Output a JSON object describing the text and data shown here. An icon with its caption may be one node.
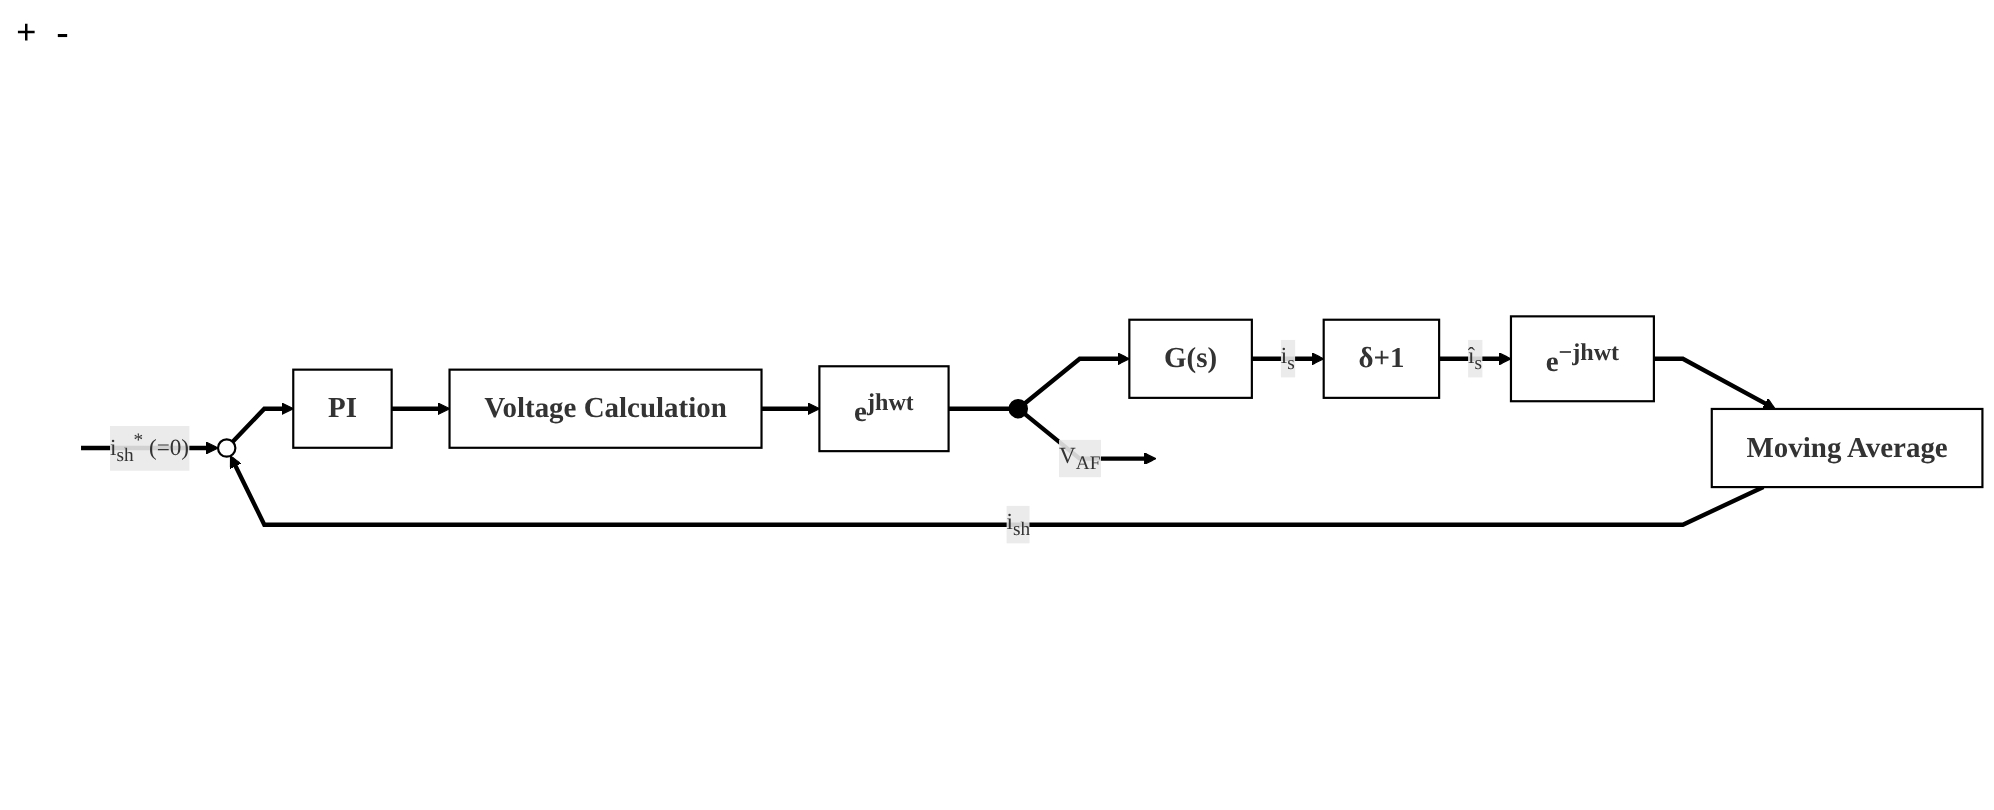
{
  "diagram": {
    "nodes": [
      {
        "text": [],
        "shape": "circle"
      },
      {
        "text": [
          "PI"
        ]
      },
      {
        "text": [
          "Voltage Calculation"
        ]
      },
      {
        "text": [
          "e$^{jhwt}$"
        ]
      },
      {
        "text": [],
        "shape": "circle"
      },
      {
        "text": [
          "G(s)"
        ]
      },
      {
        "text": [
          "δ+1"
        ]
      },
      {
        "text": [
          "e$^{−jhwt}$"
        ]
      },
      {
        "text": [
          "Moving Average"
        ]
      }
    ],
    "edges": [
      {
        "from": null,
        "to": 0,
        "arrow": "to",
        "label": "i$_{sh}$$^{*}$ (=0)"
      },
      {
        "from": 0,
        "to": 1,
        "arrow": "to"
      },
      {
        "from": 1,
        "to": 2,
        "arrow": "to"
      },
      {
        "from": 2,
        "to": 3,
        "arrow": "to"
      },
      {
        "from": 3,
        "to": 4,
        "arrow": "none"
      },
      {
        "from": 4,
        "to": null,
        "arrow": "to",
        "label": "V$_{AF}$"
      },
      {
        "from": 4,
        "to": 5,
        "arrow": "to"
      },
      {
        "from": 5,
        "to": 6,
        "arrow": "to",
        "label": "i$_{s}$"
      },
      {
        "from": 6,
        "to": 7,
        "arrow": "to",
        "label": "î$_{s}$"
      },
      {
        "from": 7,
        "to": 8,
        "arrow": "to"
      },
      {
        "from": 8,
        "to": 0,
        "arrow": "to",
        "label": "i$_{sh}$"
      }
    ],
    "labels": [
      "+",
      "-"
    ]
  }
}
